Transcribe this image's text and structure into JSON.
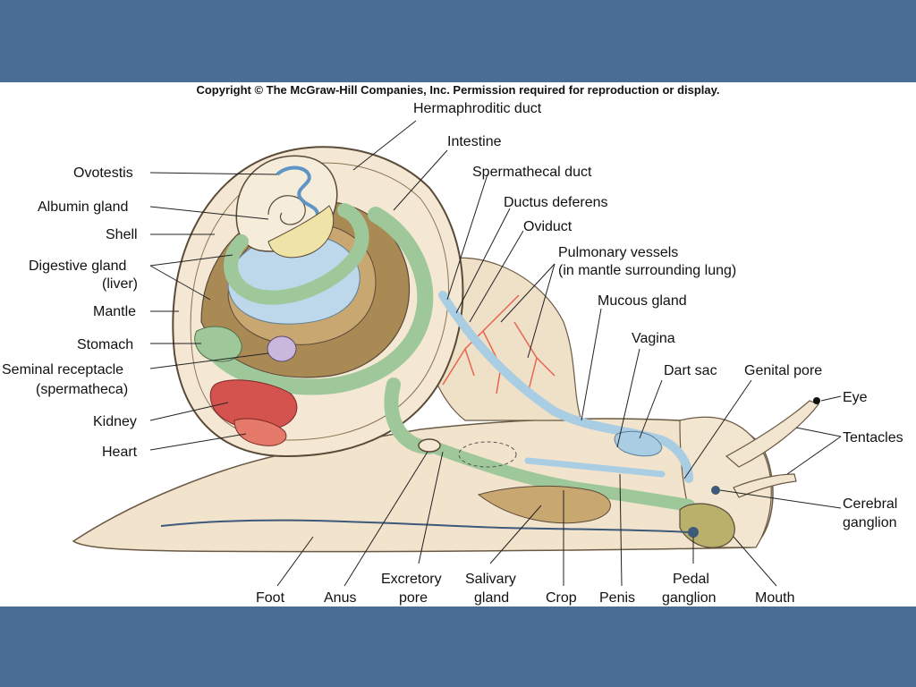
{
  "copyright": "Copyright © The McGraw-Hill Companies, Inc. Permission required for reproduction or display.",
  "labels": {
    "hermaphroditic_duct": "Hermaphroditic duct",
    "intestine": "Intestine",
    "spermathecal_duct": "Spermathecal duct",
    "ductus_deferens": "Ductus deferens",
    "oviduct": "Oviduct",
    "pulmonary_vessels_1": "Pulmonary vessels",
    "pulmonary_vessels_2": "(in mantle surrounding lung)",
    "mucous_gland": "Mucous gland",
    "vagina": "Vagina",
    "dart_sac": "Dart sac",
    "genital_pore": "Genital pore",
    "eye": "Eye",
    "tentacles": "Tentacles",
    "cerebral_ganglion_1": "Cerebral",
    "cerebral_ganglion_2": "ganglion",
    "ovotestis": "Ovotestis",
    "albumin_gland": "Albumin gland",
    "shell": "Shell",
    "digestive_gland_1": "Digestive gland",
    "digestive_gland_2": "(liver)",
    "mantle": "Mantle",
    "stomach": "Stomach",
    "seminal_receptacle_1": "Seminal receptacle",
    "seminal_receptacle_2": "(spermatheca)",
    "kidney": "Kidney",
    "heart": "Heart",
    "foot": "Foot",
    "anus": "Anus",
    "excretory_pore_1": "Excretory",
    "excretory_pore_2": "pore",
    "salivary_gland_1": "Salivary",
    "salivary_gland_2": "gland",
    "crop": "Crop",
    "penis": "Penis",
    "pedal_ganglion_1": "Pedal",
    "pedal_ganglion_2": "ganglion",
    "mouth": "Mouth"
  },
  "colors": {
    "frame_blue": "#4a6d96",
    "body": "#f1e3cc",
    "shell": "#f4e8d4",
    "digestive": "#a98a55",
    "intestine": "#9fc89a",
    "vessels": "#e8654f",
    "ducts": "#a9cde3",
    "kidney": "#d4534e"
  }
}
